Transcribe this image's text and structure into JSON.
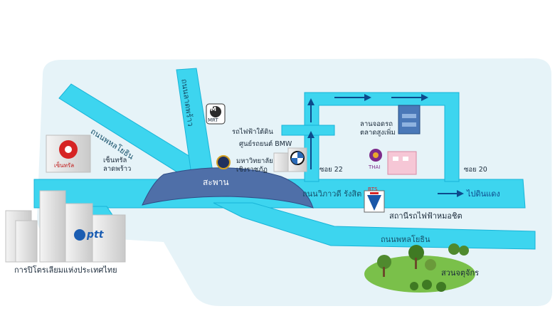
{
  "colors": {
    "background_block": "#e6f3f8",
    "road": "#3dd5ef",
    "road_edge": "#18b4d8",
    "bridge": "#4f6fa8",
    "arrow": "#0d4a8c"
  },
  "labels": {
    "bridge": "สะพาน",
    "road_phahon_top": "ถนนพหลโยธิน",
    "road_lat_phrao": "ถนนลาดพร้าว",
    "road_vibhavadi": "ถนนวิภาวดี รังสิต",
    "road_phahon_bottom": "ถนนพหลโยธิน",
    "mrt": "รถไฟฟ้าใต้ดิน",
    "bmw": "ศูนย์รถยนต์ BMW",
    "chandrakasem_line1": "มหาวิทยาลัย",
    "chandrakasem_line2": "เชิงราชภัฏ",
    "central_line1": "เซ็นทรัล",
    "central_line2": "ลาดพร้าว",
    "parking_line1": "ลานจอดรถ",
    "parking_line2": "ตลาดสูงเพิ่ม",
    "soi22": "ซอย 22",
    "soi20": "ซอย 20",
    "to_don_mueang": "ไปดินแดง",
    "bts_station": "สถานีรถไฟฟ้าหมอชิต",
    "chatuchak_park": "สวนจตุจักร",
    "ptt": "การปิโตรเลียมแห่งประเทศไทย",
    "ptt_logo": "ptt",
    "central_logo": "เซ็นทรัล",
    "mrt_logo_letter": "M",
    "mrt_logo_text": "MRT",
    "thai_logo": "THAI",
    "bts_logo": "BTS"
  },
  "icons": {
    "mrt": "mrt-logo-icon",
    "bmw": "bmw-logo-icon",
    "university": "university-seal-icon",
    "thai": "thai-airways-logo-icon",
    "bts": "bts-logo-icon",
    "ptt": "ptt-logo-icon",
    "central": "central-logo-icon",
    "arrows": "direction-arrow-icon"
  }
}
